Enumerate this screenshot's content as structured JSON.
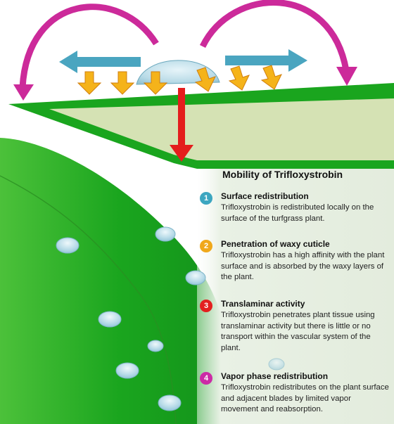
{
  "colors": {
    "leaf_dark": "#1aa51e",
    "leaf_light": "#d5e2b4",
    "droplet": "#b8dbe8",
    "panel_bg": "#e9f1e5",
    "surface_arrow": "#4aa5c0",
    "vapor_arrow": "#cc2a9a",
    "penetration_arrow": "#f5b31a",
    "translaminar_arrow": "#e41d1d"
  },
  "panel": {
    "title": "Mobility of Trifloxystrobin",
    "steps": [
      {
        "number": "1",
        "color": "#3ca6c0",
        "title": "Surface redistribution",
        "body": "Trifloxystrobin is redistributed locally on the surface of the turfgrass plant."
      },
      {
        "number": "2",
        "color": "#f0a81b",
        "title": "Penetration of waxy cuticle",
        "body": "Trifloxystrobin has a high affinity with the plant surface and is absorbed by the waxy layers of the plant."
      },
      {
        "number": "3",
        "color": "#e3201f",
        "title": "Translaminar activity",
        "body": "Trifloxystrobin penetrates plant tissue using translaminar activity but there is little or no transport within the vascular system of the plant."
      },
      {
        "number": "4",
        "color": "#cc2aa6",
        "title": "Vapor phase redistribution",
        "body": "Trifloxystrobin redistributes on the plant surface and adjacent blades by limited vapor movement and reabsorption."
      }
    ]
  }
}
